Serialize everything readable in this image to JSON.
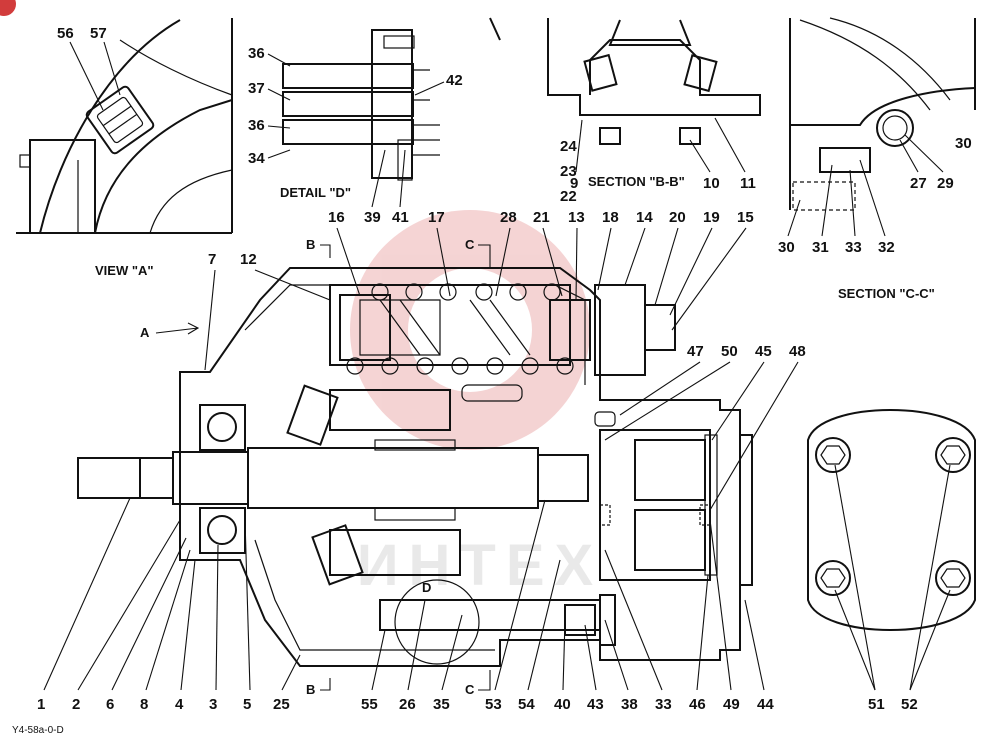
{
  "drawing": {
    "drawing_code": "Y4-58a-0-D",
    "watermark_text": "ИНТЕХ",
    "colors": {
      "line": "#111111",
      "watermark": "#e8a0a0",
      "corner_mark": "#d23c3c"
    }
  },
  "captions": {
    "view_a": "VIEW \"A\"",
    "detail_d": "DETAIL \"D\"",
    "section_bb": "SECTION \"B-B\"",
    "section_cc": "SECTION \"C-C\"",
    "arrow_a": "A",
    "cut_b_top": "B",
    "cut_b_bottom": "B",
    "cut_c_top": "C",
    "cut_c_bottom": "C",
    "detail_marker": "D"
  },
  "callouts": {
    "n56": "56",
    "n57": "57",
    "n36a": "36",
    "n37": "37",
    "n36b": "36",
    "n34": "34",
    "n42": "42",
    "n39": "39",
    "n41": "41",
    "n24": "24",
    "n23": "23",
    "n22": "22",
    "n9": "9",
    "n10": "10",
    "n11": "11",
    "n30a": "30",
    "n27": "27",
    "n29": "29",
    "n30b": "30",
    "n31": "31",
    "n33a": "33",
    "n32": "32",
    "n16": "16",
    "n17": "17",
    "n28": "28",
    "n21": "21",
    "n13": "13",
    "n18": "18",
    "n14": "14",
    "n20": "20",
    "n19": "19",
    "n15": "15",
    "n7": "7",
    "n12": "12",
    "n47": "47",
    "n50": "50",
    "n45": "45",
    "n48": "48",
    "n1": "1",
    "n2": "2",
    "n6": "6",
    "n8": "8",
    "n4": "4",
    "n3": "3",
    "n5": "5",
    "n25": "25",
    "n55": "55",
    "n26": "26",
    "n35": "35",
    "n53": "53",
    "n54": "54",
    "n40": "40",
    "n43": "43",
    "n38": "38",
    "n33b": "33",
    "n46": "46",
    "n49": "49",
    "n44": "44",
    "n51": "51",
    "n52": "52"
  }
}
